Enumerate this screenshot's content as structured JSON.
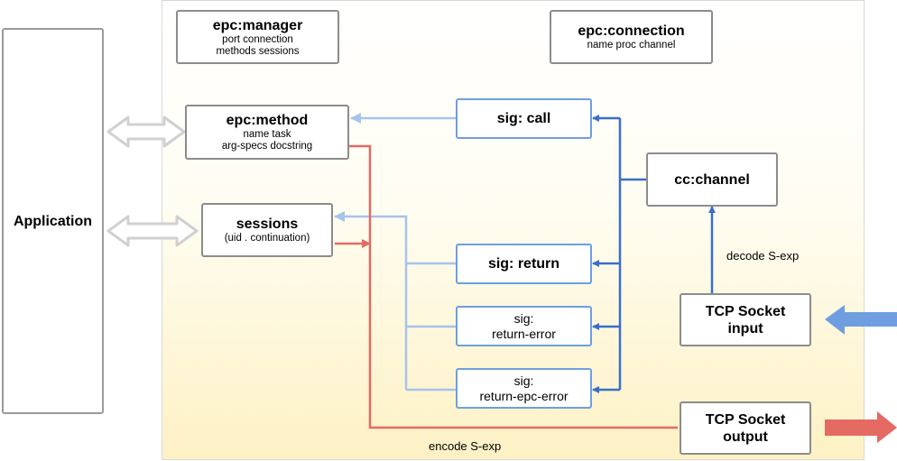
{
  "application": {
    "label": "Application"
  },
  "manager": {
    "title": "epc:manager",
    "line1": "port connection",
    "line2": "methods sessions"
  },
  "connection": {
    "title": "epc:connection",
    "line1": "name proc channel"
  },
  "method": {
    "title": "epc:method",
    "line1": "name task",
    "line2": "arg-specs docstring"
  },
  "sessions": {
    "title": "sessions",
    "line1": "(uid . continuation)"
  },
  "signals": {
    "call": "sig: call",
    "return": "sig: return",
    "return_error_1": "sig:",
    "return_error_2": "return-error",
    "return_epc_error_1": "sig:",
    "return_epc_error_2": "return-epc-error"
  },
  "channel": {
    "title": "cc:channel"
  },
  "tcp_input": {
    "line1": "TCP Socket",
    "line2": "input"
  },
  "tcp_output": {
    "line1": "TCP Socket",
    "line2": "output"
  },
  "labels": {
    "decode": "decode S-exp",
    "encode": "encode S-exp"
  },
  "colors": {
    "blue": "#3a6fc8",
    "light_blue": "#a6c4ec",
    "red": "#e46a63",
    "gray_arrow": "#d6d6d6"
  }
}
